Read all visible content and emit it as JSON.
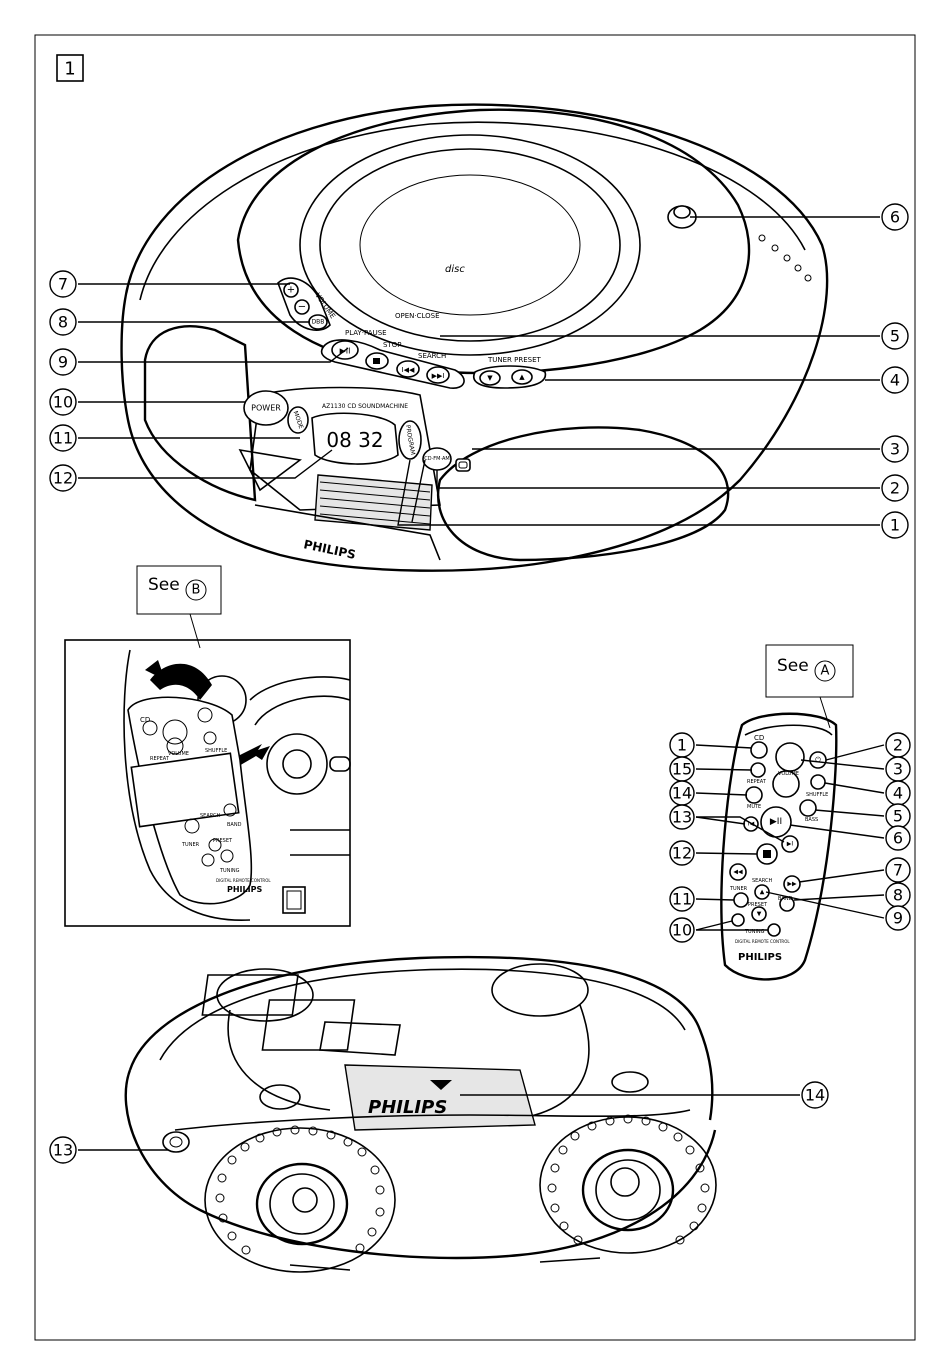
{
  "figure_number": "1",
  "see_b_label": "See",
  "see_b_letter": "B",
  "see_a_label": "See",
  "see_a_letter": "A",
  "brand": "PHILIPS",
  "main_unit": {
    "model_label": "AZ1130 CD SOUNDMACHINE",
    "display_digits": "08 32",
    "buttons": {
      "volume": "VOLUME",
      "dbb": "DBB",
      "play_pause": "PLAY·PAUSE",
      "stop": "STOP",
      "search": "SEARCH",
      "tuner_preset": "TUNER PRESET",
      "open_close": "OPEN·CLOSE",
      "power": "POWER",
      "mode": "MODE",
      "program": "PROGRAM",
      "cd_fm_am": "CD·FM·AM",
      "plus": "+",
      "minus": "−"
    },
    "callouts_right": [
      "6",
      "5",
      "4",
      "3",
      "2",
      "1"
    ],
    "callouts_left": [
      "7",
      "8",
      "9",
      "10",
      "11",
      "12"
    ]
  },
  "remote": {
    "labels": {
      "cd": "CD",
      "volume": "VOLUME",
      "repeat": "REPEAT",
      "shuffle": "SHUFFLE",
      "mute": "MUTE",
      "bass": "BASS",
      "search": "SEARCH",
      "tuner": "TUNER",
      "band": "BAND",
      "preset": "PRESET",
      "tuning": "TUNING",
      "footer": "DIGITAL REMOTE CONTROL"
    },
    "callouts_left": [
      "1",
      "15",
      "14",
      "13",
      "12",
      "11",
      "10"
    ],
    "callouts_right": [
      "2",
      "3",
      "4",
      "5",
      "6",
      "7",
      "8",
      "9"
    ]
  },
  "back_unit": {
    "callout_left": "13",
    "callout_right": "14"
  }
}
